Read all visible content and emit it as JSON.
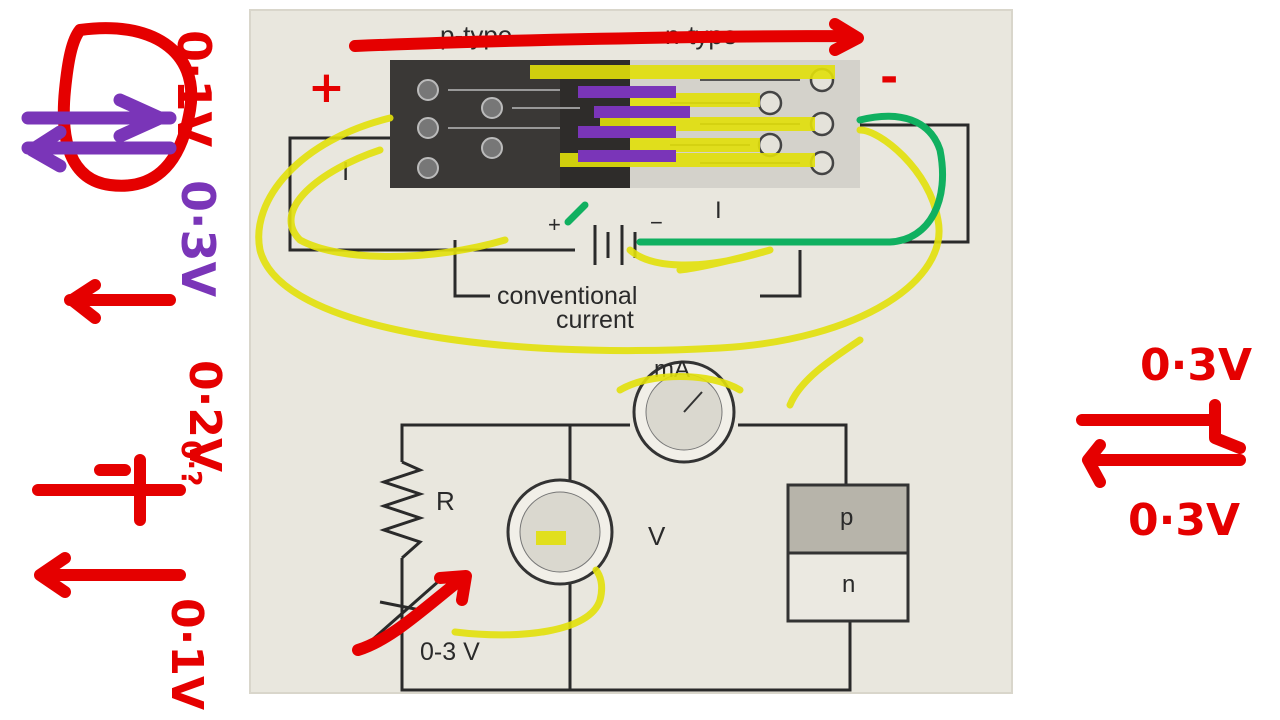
{
  "diagram": {
    "junction": {
      "p_label": "p-type",
      "n_label": "n-type"
    },
    "circuit_labels": {
      "current_left": "I",
      "current_right": "I",
      "battery_plus": "+",
      "battery_minus": "−",
      "conventional": "conventional",
      "current": "current",
      "milliammeter": "mA",
      "resistor": "R",
      "voltmeter": "V",
      "supply": "0-3 V",
      "diode_p": "p",
      "diode_n": "n"
    }
  },
  "annotations": {
    "plus_sign": "+",
    "minus_sign": "-",
    "left_top_value": "0·1V",
    "left_purple_value": "0·3V",
    "left_mid_value": "0·2V",
    "left_small_value": "0·?",
    "left_bottom_value": "0·1V",
    "right_top_value": "0·3V",
    "right_bottom_value": "0·3V"
  },
  "colors": {
    "paper": "#e9e7de",
    "depletion": "#2e2c2a",
    "ink_red": "#e50000",
    "ink_purple": "#7a35b8",
    "ink_yellow": "#e2e00a",
    "ink_green": "#10b060"
  }
}
